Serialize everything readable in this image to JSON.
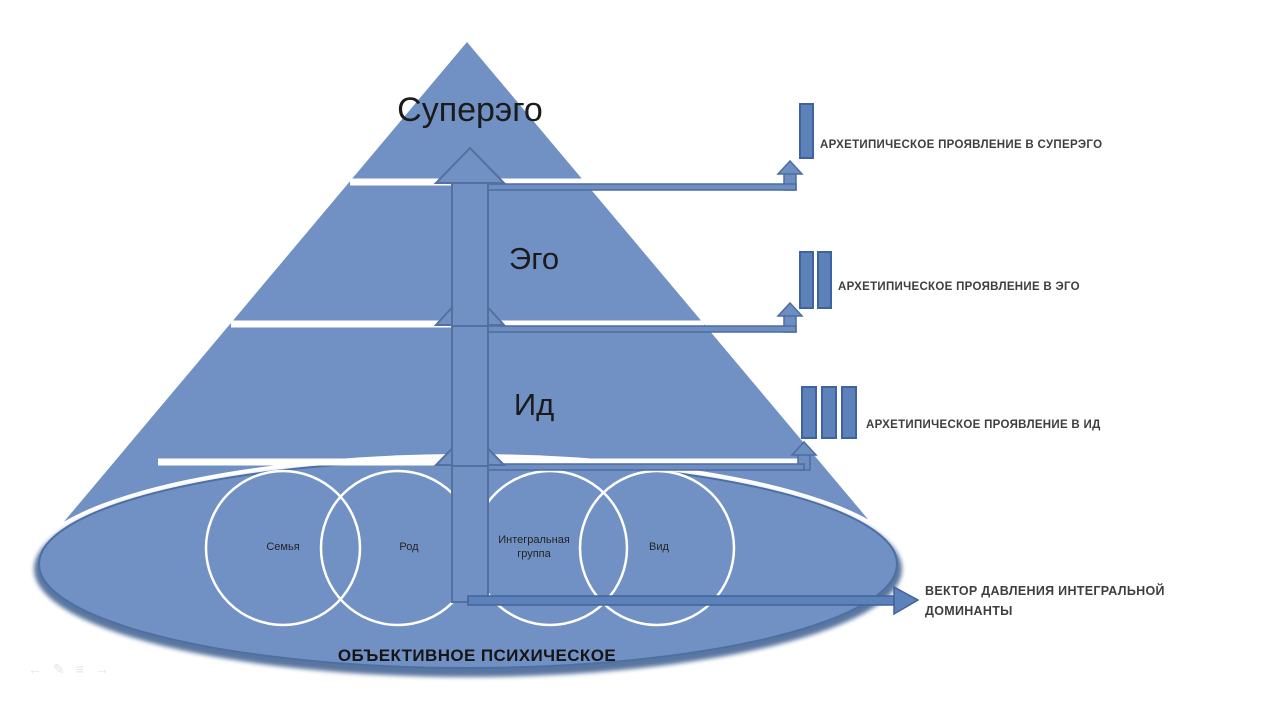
{
  "slide": {
    "pyramid": {
      "levels": [
        {
          "label": "Суперэго"
        },
        {
          "label": "Эго"
        },
        {
          "label": "Ид"
        }
      ]
    },
    "foundation": {
      "caption": "ОБЪЕКТИВНОЕ ПСИХИЧЕСКОЕ",
      "groups": [
        {
          "label": "Семья"
        },
        {
          "label": "Род"
        },
        {
          "label": "Интегральная группа"
        },
        {
          "label": "Вид"
        }
      ]
    },
    "annotations": [
      {
        "marker_count": 1,
        "label": "АРХЕТИПИЧЕСКОЕ ПРОЯВЛЕНИЕ В СУПЕРЭГО"
      },
      {
        "marker_count": 2,
        "label": "АРХЕТИПИЧЕСКОЕ ПРОЯВЛЕНИЕ В ЭГО"
      },
      {
        "marker_count": 3,
        "label": "АРХЕТИПИЧЕСКОЕ ПРОЯВЛЕНИЕ В ИД"
      }
    ],
    "vector_annotation": {
      "label": "ВЕКТОР ДАВЛЕНИЯ ИНТЕГРАЛЬНОЙ ДОМИНАНТЫ"
    },
    "colors": {
      "shape_fill": "#7191c5",
      "shape_outline": "#54709f",
      "ellipse_rim": "#3e5e90",
      "marker_fill": "#5d81b9",
      "marker_outline": "#3f62a0",
      "divider": "#ffffff",
      "annotation_text": "#3e3e3e",
      "level_text": "#1b1b1b"
    }
  },
  "presentation_controls": {
    "icons": [
      {
        "name": "previous-slide-icon",
        "glyph": "←"
      },
      {
        "name": "pen-icon",
        "glyph": "✎"
      },
      {
        "name": "slide-menu-icon",
        "glyph": "≡"
      },
      {
        "name": "next-slide-icon",
        "glyph": "→"
      }
    ]
  }
}
